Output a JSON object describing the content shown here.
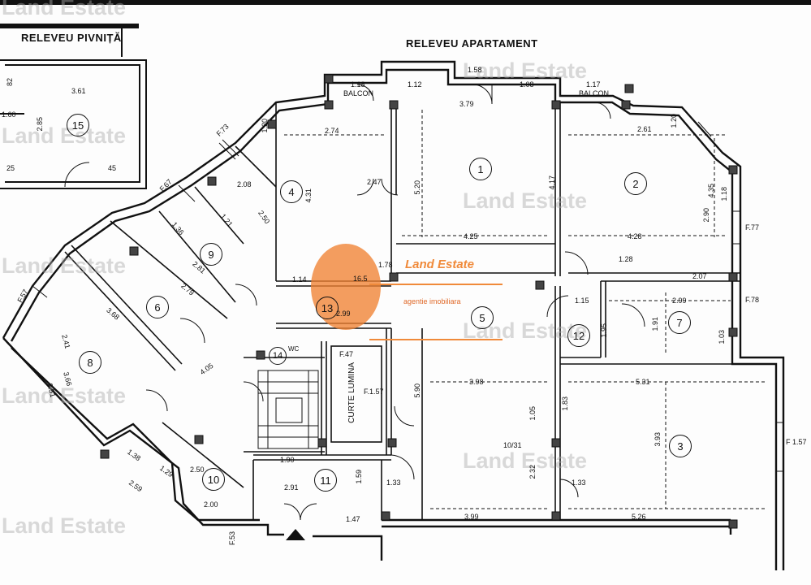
{
  "titles": {
    "pivnita": "RELEVEU PIVNIȚĂ",
    "apartament": "RELEVEU  APARTAMENT"
  },
  "watermark": "Land Estate",
  "logo": {
    "name": "Land Estate",
    "subtitle": "agentie imobiliara"
  },
  "rooms": [
    "1",
    "2",
    "3",
    "4",
    "5",
    "6",
    "7",
    "8",
    "9",
    "10",
    "11",
    "12",
    "13",
    "14",
    "15"
  ],
  "labels": {
    "balcon1": "BALCON",
    "balcon2": "BALCON",
    "curte": "CURTE LUMINA",
    "wc": "WC"
  },
  "dimensions": [
    "3.61",
    "2.85",
    "1.60",
    "45",
    "25",
    "82",
    "1.18",
    "1.12",
    "1.58",
    "1.08",
    "1.17",
    "3.79",
    "2.74",
    "2.61",
    "1.20",
    "1.20",
    "5.20",
    "4.17",
    "4.35",
    "2.90",
    "1.18",
    "2.47",
    "2.08",
    "4.31",
    "2.50",
    "1.21",
    "1.36",
    "4.25",
    "4.28",
    "1.28",
    "2.07",
    "1.78",
    "16.5",
    "1.14",
    "2.99",
    "2.99",
    "1.15",
    "1.91",
    "1.95",
    "1.03",
    "3.68",
    "2.41",
    "3.66",
    "2.51",
    "2.81",
    "2.79",
    "4.05",
    "3.98",
    "5.31",
    "5.90",
    "3.93",
    "1.05",
    "1.83",
    "2.32",
    "1.33",
    "1.33",
    "1.90",
    "2.91",
    "1.59",
    "1.47",
    "3.99",
    "5.26",
    "1.38",
    "1.29",
    "2.50",
    "2.00",
    "2.59",
    "F.73",
    "F.67",
    "F.77",
    "F.78",
    "F.47",
    "F.1.57",
    "F 1.57",
    "F.57",
    "F.53",
    "10/31"
  ]
}
